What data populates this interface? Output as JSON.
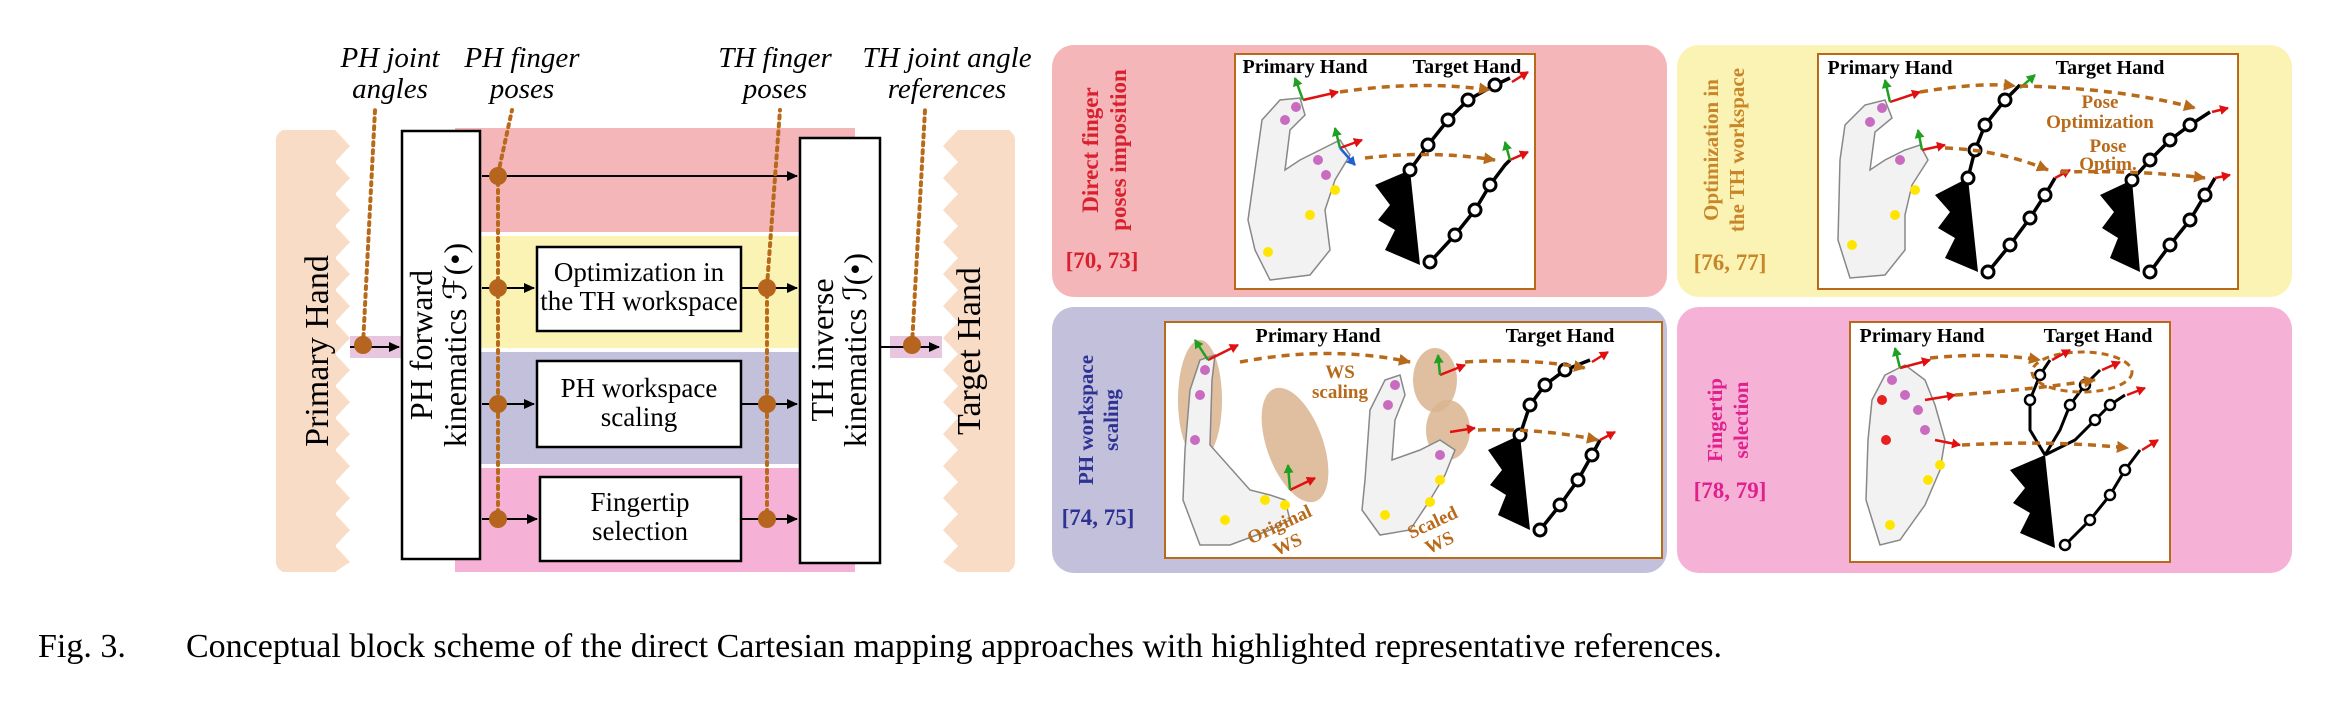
{
  "labels": {
    "ph_joint_angles": [
      "PH joint",
      "angles"
    ],
    "ph_finger_poses": [
      "PH finger",
      "poses"
    ],
    "th_finger_poses": [
      "TH finger",
      "poses"
    ],
    "th_joint_angle_refs": [
      "TH joint angle",
      "references"
    ]
  },
  "blocks": {
    "primary_hand": "Primary Hand",
    "target_hand": "Target Hand",
    "ph_fk": [
      "PH forward",
      "kinematics ℱ(•)"
    ],
    "th_ik": [
      "TH inverse",
      "kinematics ℐ(•)"
    ],
    "optimization": [
      "Optimization in",
      "the TH workspace"
    ],
    "ws_scaling": [
      "PH workspace",
      "scaling"
    ],
    "fingertip": [
      "Fingertip",
      "selection"
    ]
  },
  "panels": {
    "direct": {
      "title": [
        "Direct finger",
        "poses imposition"
      ],
      "refs": "[70, 73]",
      "primary": "Primary Hand",
      "target": "Target Hand",
      "color": "#f4b6b8",
      "text_color": "#d8202e"
    },
    "optimization": {
      "title": [
        "Optimization in",
        "the TH workspace"
      ],
      "refs": "[76, 77]",
      "primary": "Primary Hand",
      "target": "Target Hand",
      "annot1": [
        "Pose",
        "Optimization"
      ],
      "annot2": [
        "Pose",
        "Optim."
      ],
      "color": "#fbf3b4",
      "text_color": "#c8862a"
    },
    "ws_scaling": {
      "title": [
        "PH workspace",
        "scaling"
      ],
      "refs": "[74, 75]",
      "primary": "Primary Hand",
      "target": "Target Hand",
      "annot_scaling": [
        "WS",
        "scaling"
      ],
      "annot_original": [
        "Original",
        "WS"
      ],
      "annot_scaled": [
        "Scaled",
        "WS"
      ],
      "color": "#c3c0dc",
      "text_color": "#2e3292"
    },
    "fingertip": {
      "title": [
        "Fingertip",
        "selection"
      ],
      "refs": "[78, 79]",
      "primary": "Primary Hand",
      "target": "Target Hand",
      "color": "#f6b2d6",
      "text_color": "#e0208c"
    }
  },
  "caption": {
    "number": "Fig. 3.",
    "text": "Conceptual block scheme of the direct Cartesian mapping approaches with highlighted representative references."
  },
  "colors": {
    "brown": "#b86a1a",
    "orange_dot": "#b5651d",
    "band_red": "#f4b6b8",
    "band_yellow": "#fbf3b4",
    "band_purple": "#c3c0dc",
    "band_pink": "#f6b2d6",
    "hand_bg": "#f9dcc6"
  }
}
